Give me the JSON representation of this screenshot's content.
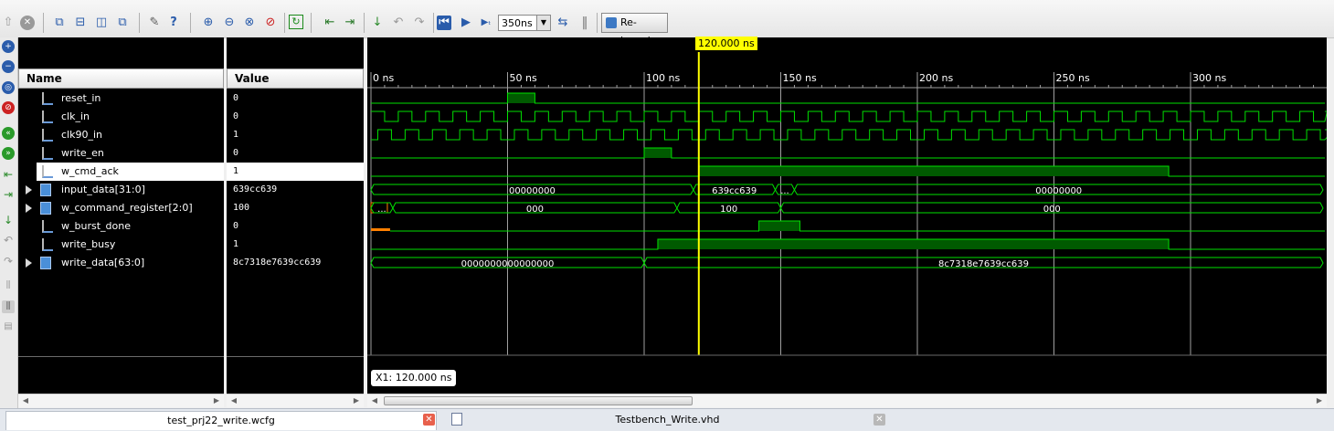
{
  "toolbar": {
    "zoom_value": "350ns",
    "relaunch_label": "Re-launch"
  },
  "columns": {
    "name": "Name",
    "value": "Value"
  },
  "signals": [
    {
      "name": "reset_in",
      "value": "0",
      "bus": false,
      "icon": "bit-signal-icon"
    },
    {
      "name": "clk_in",
      "value": "0",
      "bus": false,
      "icon": "bit-signal-icon"
    },
    {
      "name": "clk90_in",
      "value": "1",
      "bus": false,
      "icon": "bit-signal-icon"
    },
    {
      "name": "write_en",
      "value": "0",
      "bus": false,
      "icon": "bit-signal-icon"
    },
    {
      "name": "w_cmd_ack",
      "value": "1",
      "bus": false,
      "icon": "bit-signal-icon",
      "selected": true
    },
    {
      "name": "input_data[31:0]",
      "value": "639cc639",
      "bus": true,
      "icon": "bus-signal-icon"
    },
    {
      "name": "w_command_register[2:0]",
      "value": "100",
      "bus": true,
      "icon": "bus-signal-icon"
    },
    {
      "name": "w_burst_done",
      "value": "0",
      "bus": false,
      "icon": "bit-signal-icon"
    },
    {
      "name": "write_busy",
      "value": "1",
      "bus": false,
      "icon": "bit-signal-icon"
    },
    {
      "name": "write_data[63:0]",
      "value": "8c7318e7639cc639",
      "bus": true,
      "icon": "bus-signal-icon"
    }
  ],
  "timeline": {
    "ticks": [
      "0 ns",
      "50 ns",
      "100 ns",
      "150 ns",
      "200 ns",
      "250 ns",
      "300 ns"
    ],
    "cursor_label": "120.000 ns",
    "x1_label": "X1: 120.000 ns"
  },
  "bus_labels": {
    "input_data": [
      "00000000",
      "639cc639",
      "...",
      "00000000"
    ],
    "w_command_register": [
      "...",
      "000",
      "100",
      "000"
    ],
    "write_data": [
      "0000000000000000",
      "8c7318e7639cc639"
    ]
  },
  "tabs": [
    {
      "label": "test_prj22_write.wcfg",
      "active": true
    },
    {
      "label": "Testbench_Write.vhd",
      "active": false
    }
  ],
  "colors": {
    "wave": "#00e000",
    "cursor": "#ffff00",
    "background": "#000000",
    "unknown": "#ff8000"
  }
}
